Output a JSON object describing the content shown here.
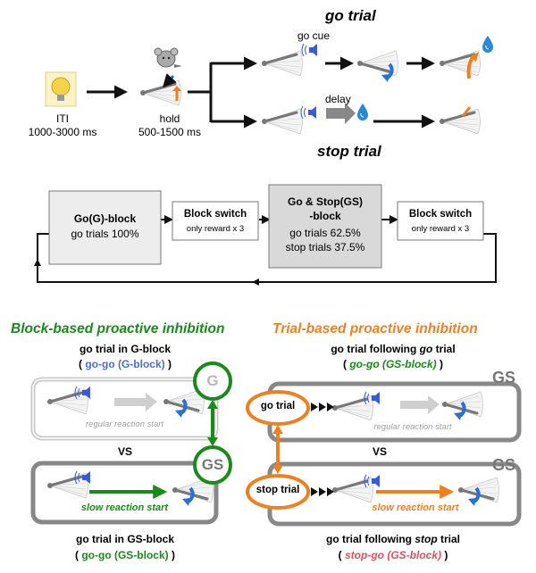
{
  "top": {
    "go_trial_title": "go trial",
    "stop_trial_title": "stop trial",
    "iti_label": "ITI",
    "iti_range": "1000-3000 ms",
    "hold_label": "hold",
    "hold_range": "500-1500 ms",
    "go_cue_label": "go cue",
    "delay_label": "delay"
  },
  "flow": {
    "g_block_title": "Go(G)-block",
    "g_block_sub": "go trials 100%",
    "switch1_title": "Block switch",
    "switch1_sub": "only reward x 3",
    "gs_block_title_1": "Go & Stop(GS)",
    "gs_block_title_2": "-block",
    "gs_block_line1": "go trials 62.5%",
    "gs_block_line2": "stop trials 37.5%",
    "switch2_title": "Block switch",
    "switch2_sub": "only reward x 3"
  },
  "left": {
    "title": "Block-based proactive inhibition",
    "top_caption": "go trial in G-block",
    "top_paren_open": "( ",
    "top_tag": "go-go (G-block)",
    "top_paren_close": " )",
    "badge_g": "G",
    "regular_text": "regular reaction start",
    "vs": "VS",
    "badge_gs": "GS",
    "slow_text": "slow reaction start",
    "bottom_caption": "go trial in GS-block",
    "bottom_paren_open": "( ",
    "bottom_tag": "go-go (GS-block)",
    "bottom_paren_close": " )"
  },
  "right": {
    "title": "Trial-based proactive inhibition",
    "top_caption_1": "go trial following ",
    "top_caption_em": "go",
    "top_caption_2": " trial",
    "top_paren_open": "( ",
    "top_tag": "go-go (GS-block)",
    "top_paren_close": " )",
    "gs_label_top": "GS",
    "go_trial_label": "go trial",
    "regular_text": "regular reaction start",
    "vs": "VS",
    "gs_label_bottom": "GS",
    "stop_trial_label": "stop trial",
    "slow_text": "slow reaction start",
    "bottom_caption_1": "go trial following ",
    "bottom_caption_em": "stop",
    "bottom_caption_2": " trial",
    "bottom_paren_open": "( ",
    "bottom_tag": "stop-go (GS-block)",
    "bottom_paren_close": " )"
  },
  "colors": {
    "green": "#1a8a1a",
    "orange": "#f07f1f",
    "blue_tag": "#4a6fd0",
    "pink_tag": "#e05060"
  }
}
